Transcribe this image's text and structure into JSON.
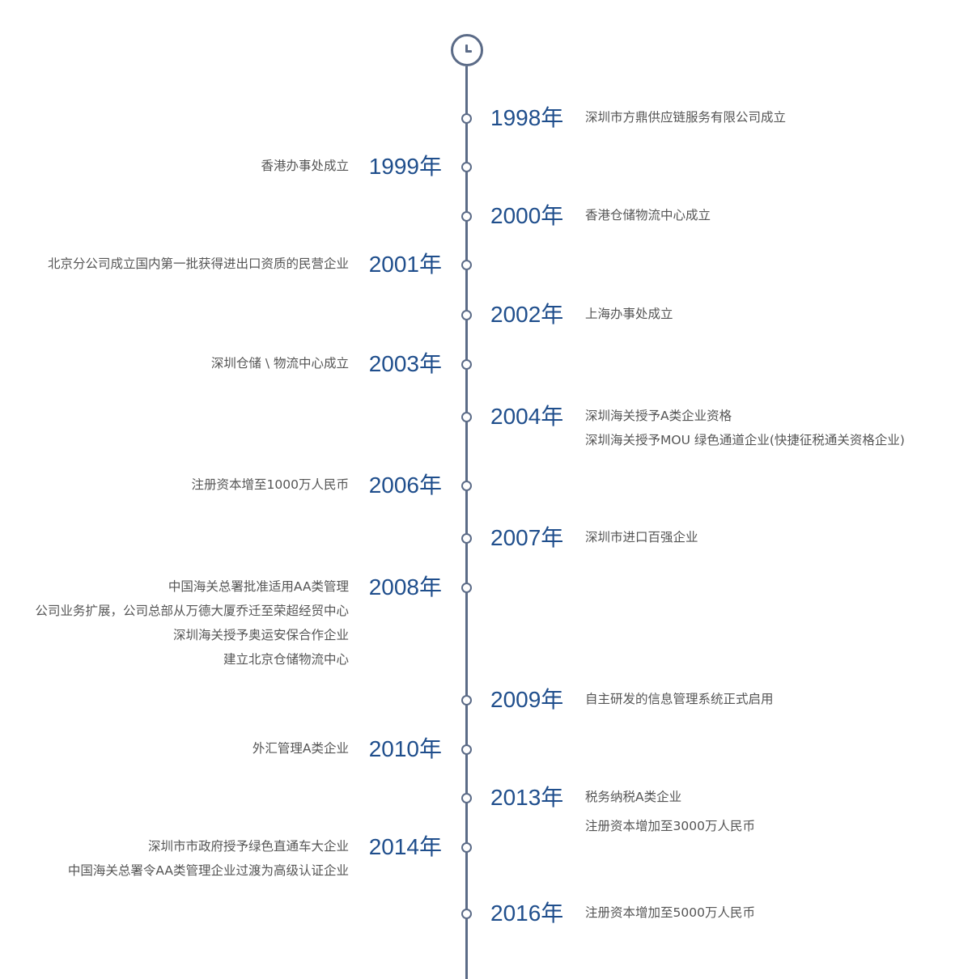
{
  "timeline": {
    "events": [
      {
        "year": "1998年",
        "side": "right",
        "items": [
          "深圳市方鼎供应链服务有限公司成立"
        ]
      },
      {
        "year": "1999年",
        "side": "left",
        "items": [
          "香港办事处成立"
        ]
      },
      {
        "year": "2000年",
        "side": "right",
        "items": [
          "香港仓储物流中心成立"
        ]
      },
      {
        "year": "2001年",
        "side": "left",
        "items": [
          "北京分公司成立国内第一批获得进出口资质的民营企业"
        ]
      },
      {
        "year": "2002年",
        "side": "right",
        "items": [
          "上海办事处成立"
        ]
      },
      {
        "year": "2003年",
        "side": "left",
        "items": [
          "深圳仓储 \\ 物流中心成立"
        ]
      },
      {
        "year": "2004年",
        "side": "right",
        "items": [
          "深圳海关授予A类企业资格",
          "深圳海关授予MOU 绿色通道企业(快捷征税通关资格企业)"
        ]
      },
      {
        "year": "2006年",
        "side": "left",
        "items": [
          "注册资本增至1000万人民币"
        ]
      },
      {
        "year": "2007年",
        "side": "right",
        "items": [
          "深圳市进口百强企业"
        ]
      },
      {
        "year": "2008年",
        "side": "left",
        "items": [
          "中国海关总署批准适用AA类管理",
          "公司业务扩展，公司总部从万德大厦乔迁至荣超经贸中心",
          "深圳海关授予奥运安保合作企业",
          "建立北京仓储物流中心"
        ]
      },
      {
        "year": "2009年",
        "side": "right",
        "items": [
          "自主研发的信息管理系统正式启用"
        ]
      },
      {
        "year": "2010年",
        "side": "left",
        "items": [
          "外汇管理A类企业"
        ]
      },
      {
        "year": "2013年",
        "side": "right",
        "items": [
          "税务纳税A类企业",
          "注册资本增加至3000万人民币"
        ]
      },
      {
        "year": "2014年",
        "side": "left",
        "items": [
          "深圳市市政府授予绿色直通车大企业",
          "中国海关总署令AA类管理企业过渡为高级认证企业"
        ]
      },
      {
        "year": "2016年",
        "side": "right",
        "items": [
          "注册资本增加至5000万人民币"
        ]
      }
    ]
  }
}
